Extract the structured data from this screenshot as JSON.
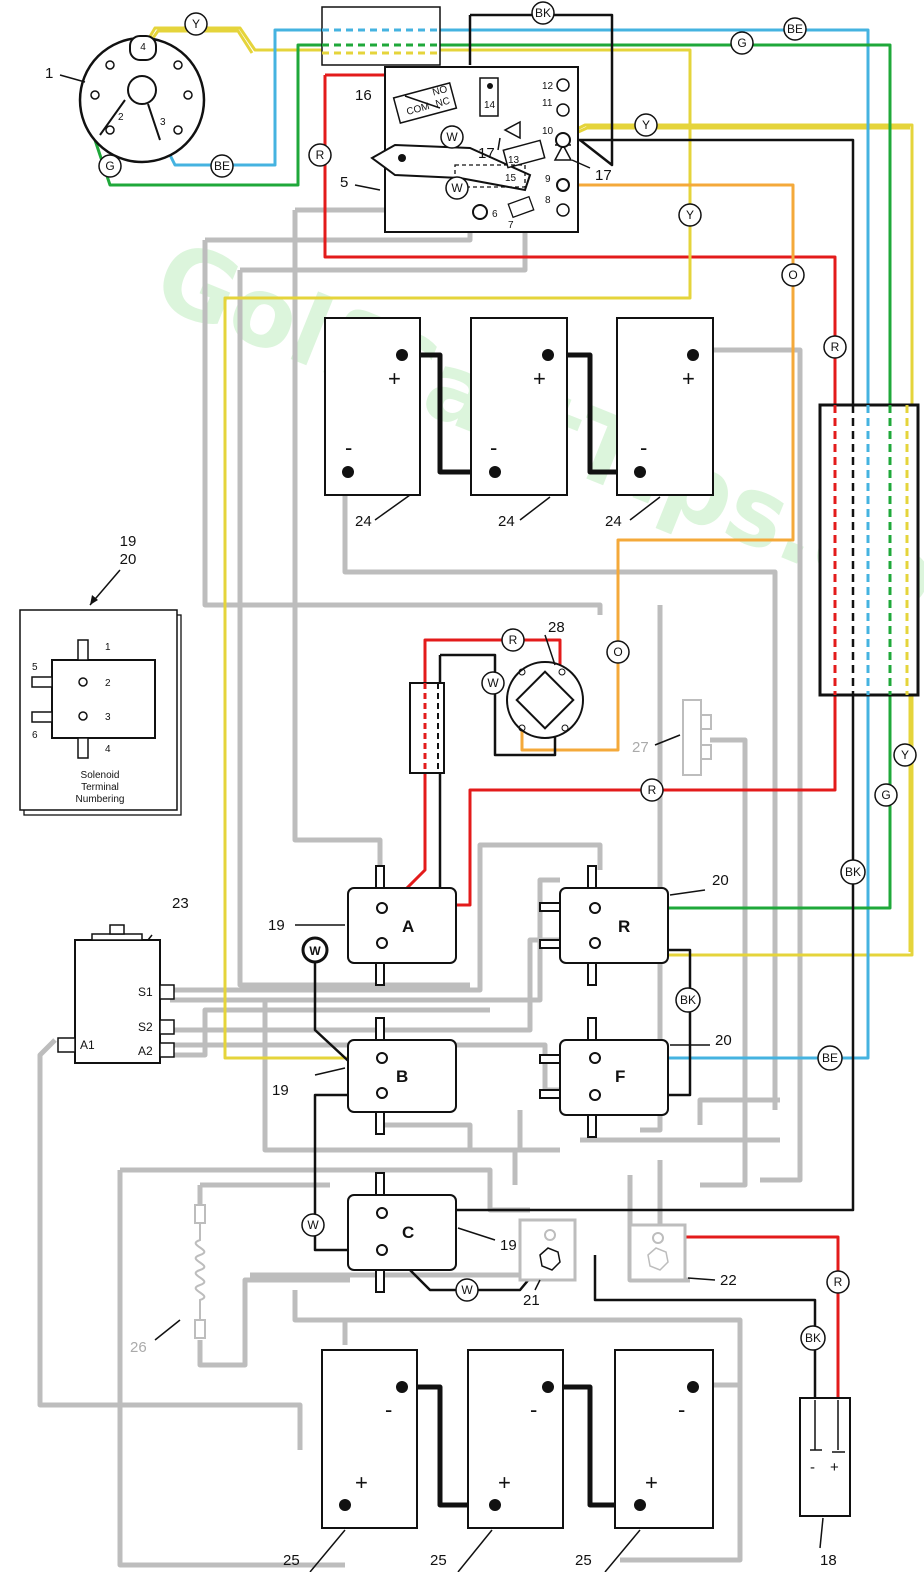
{
  "watermark": "GolfCartTips.com",
  "colors": {
    "gray": "#bdbdbd",
    "red": "#e31b1b",
    "yellow": "#e5d43b",
    "green": "#1fa83a",
    "blue": "#45b3e0",
    "orange": "#f4a93a",
    "black": "#111111"
  },
  "wire_codes": {
    "Y": "Y",
    "BE": "BE",
    "G": "G",
    "BK": "BK",
    "R": "R",
    "W": "W",
    "O": "O"
  },
  "callouts": {
    "c1": "1",
    "c5": "5",
    "c16": "16",
    "c17a": "17",
    "c17b": "17",
    "c18": "18",
    "c19a": "19",
    "c19b": "19",
    "c19c": "19",
    "c20a": "20",
    "c20b": "20",
    "c21": "21",
    "c22": "22",
    "c23": "23",
    "c24a": "24",
    "c24b": "24",
    "c24c": "24",
    "c25a": "25",
    "c25b": "25",
    "c25c": "25",
    "c26": "26",
    "c27": "27",
    "c28": "28",
    "c19legend": "19",
    "c20legend": "20"
  },
  "ignition_pins": {
    "p4": "4",
    "p2": "2",
    "p3": "3"
  },
  "switch_labels": {
    "com": "COM",
    "no": "NO",
    "nc": "NC"
  },
  "switch_terminals": {
    "t6": "6",
    "t7": "7",
    "t8": "8",
    "t9": "9",
    "t10": "10",
    "t11": "11",
    "t12": "12",
    "t13": "13",
    "t14": "14",
    "t15": "15"
  },
  "solenoids": {
    "A": "A",
    "B": "B",
    "C": "C",
    "R": "R",
    "F": "F"
  },
  "motor_terms": {
    "s1": "S1",
    "s2": "S2",
    "a1": "A1",
    "a2": "A2"
  },
  "battery_signs": {
    "plus": "+",
    "minus": "-"
  },
  "legend": {
    "title_lines": [
      "Solenoid",
      "Terminal",
      "Numbering"
    ],
    "terms": {
      "n1": "1",
      "n2": "2",
      "n3": "3",
      "n4": "4",
      "n5": "5",
      "n6": "6"
    }
  },
  "plug_signs": {
    "minus": "-",
    "plus": "+"
  }
}
